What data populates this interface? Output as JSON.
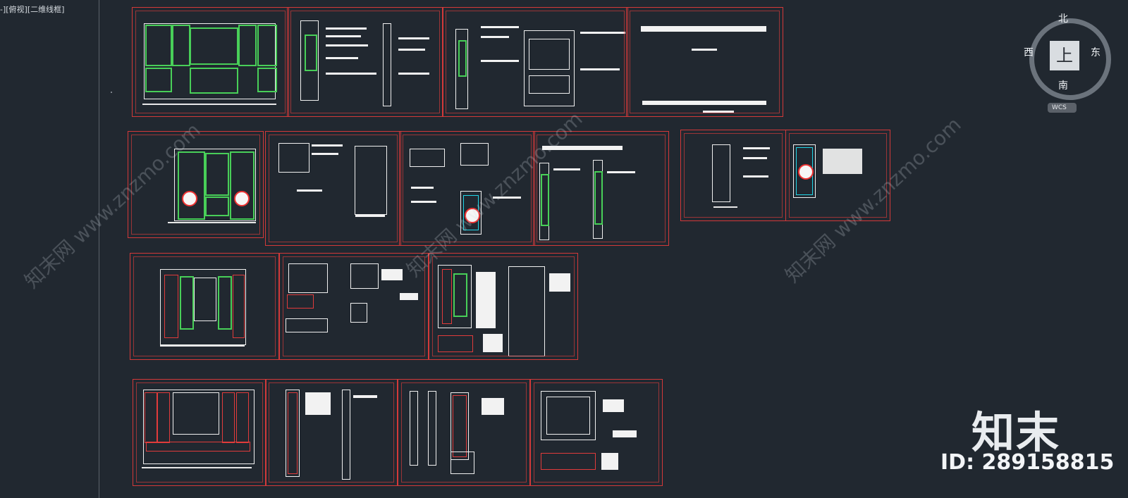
{
  "viewport": {
    "label": "-][俯视][二维线框]"
  },
  "compass": {
    "north": "北",
    "south": "南",
    "east": "东",
    "west": "西",
    "center": "上",
    "wcs": "WCS"
  },
  "watermarks": {
    "brand": "知末",
    "id": "ID: 289158815",
    "diagonal_1": "知末网 www.znzmo.com",
    "diagonal_2": "知末网 www.znzmo.com",
    "diagonal_3": "知末网 www.znzmo.com"
  },
  "colors": {
    "background": "#212830",
    "sheet_border": "#d33939",
    "molding_green": "#48cf58",
    "red_lines": "#e13b3b",
    "cyan_lines": "#20d6e8"
  }
}
